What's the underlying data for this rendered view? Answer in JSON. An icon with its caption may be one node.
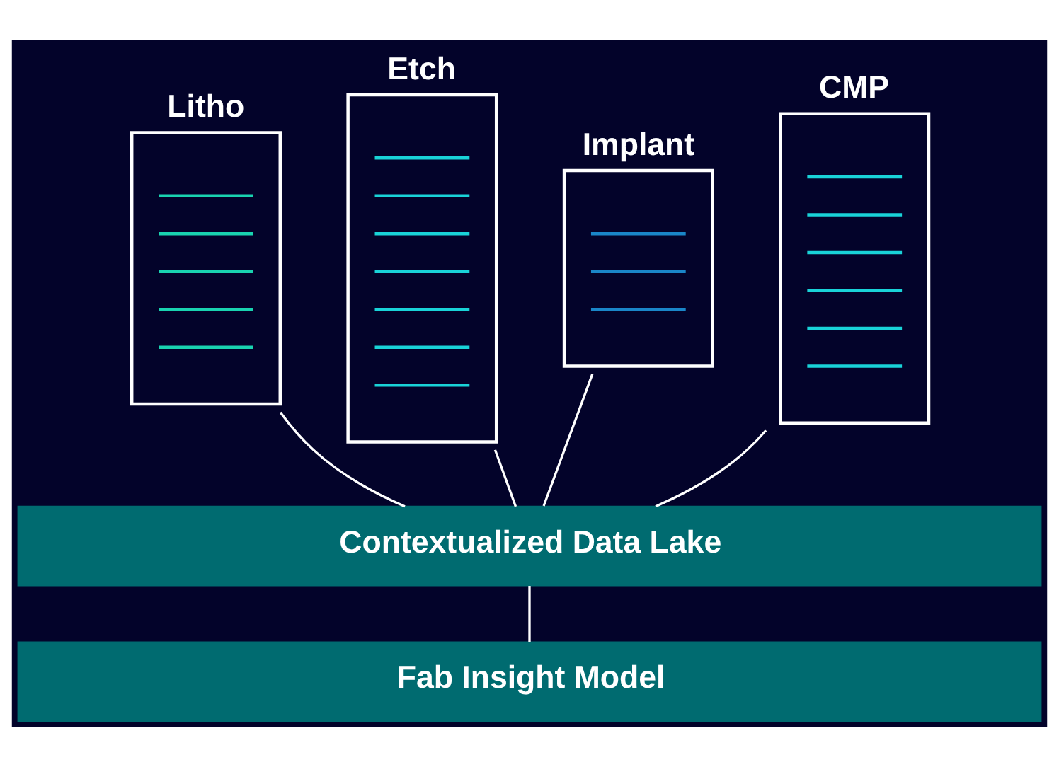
{
  "diagram": {
    "nodes": [
      {
        "text": [
          "Litho"
        ]
      },
      {
        "text": [
          "Etch"
        ]
      },
      {
        "text": [
          "Implant"
        ]
      },
      {
        "text": [
          "CMP"
        ]
      },
      {
        "text": [
          "Contextualized Data Lake"
        ]
      },
      {
        "text": [
          "Fab Insight Model"
        ]
      }
    ],
    "edges": [
      {
        "from": 0,
        "to": 4,
        "arrow": "none"
      },
      {
        "from": 1,
        "to": 4,
        "arrow": "none"
      },
      {
        "from": 2,
        "to": 4,
        "arrow": "none"
      },
      {
        "from": 3,
        "to": 4,
        "arrow": "none"
      },
      {
        "from": 4,
        "to": 5,
        "arrow": "none"
      }
    ]
  }
}
